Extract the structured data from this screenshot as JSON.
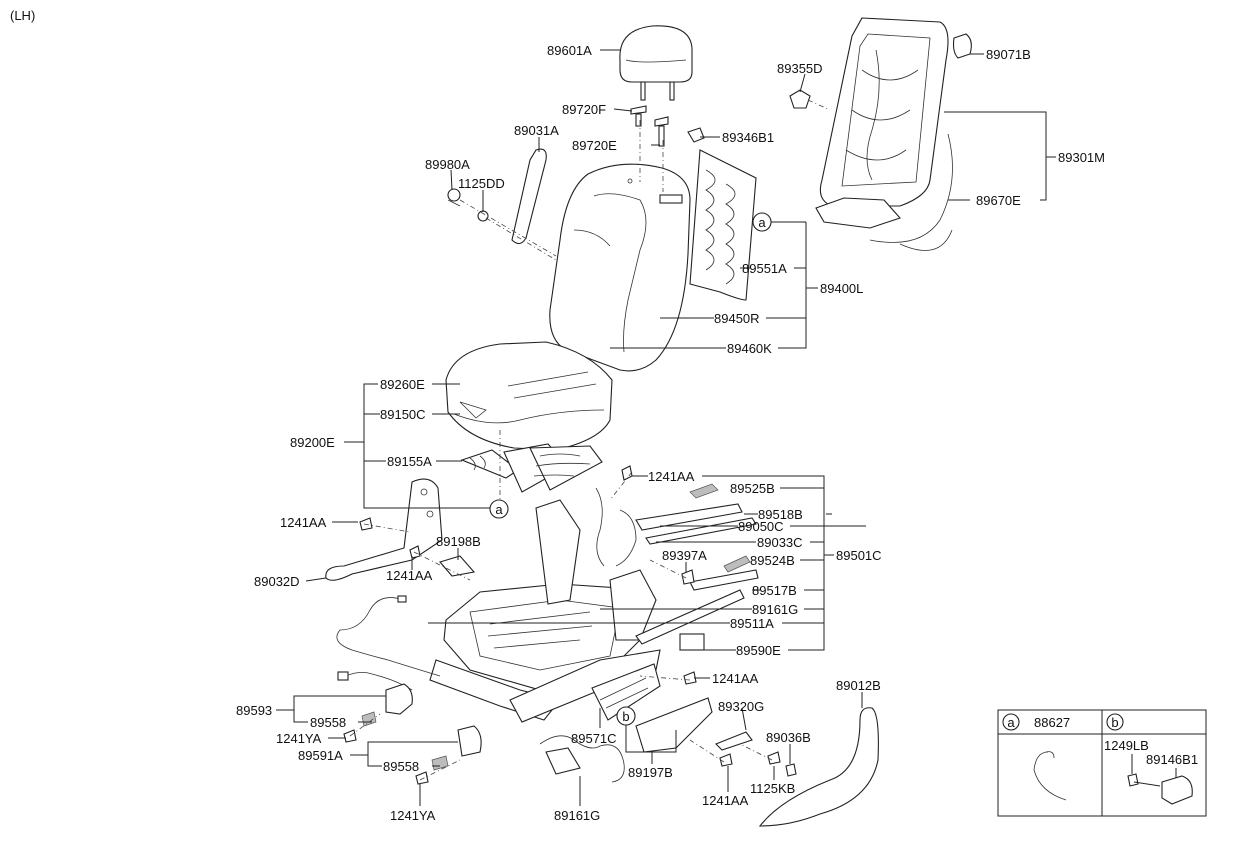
{
  "view_label": "(LH)",
  "parts": [
    "89601A",
    "89720F",
    "89720E",
    "89346B1",
    "89031A",
    "89980A",
    "1125DD",
    "89355D",
    "89071B",
    "89301M",
    "89670E",
    "89551A",
    "89400L",
    "89450R",
    "89460K",
    "89260E",
    "89150C",
    "89200E",
    "89155A",
    "1241AA",
    "89525B",
    "89518B",
    "89050C",
    "89033C",
    "89501C",
    "89524B",
    "89397A",
    "89517B",
    "89161G",
    "89511A",
    "89590E",
    "89032D",
    "89198B",
    "89593",
    "89558",
    "1241YA",
    "89591A",
    "89571C",
    "89320G",
    "89036B",
    "89197B",
    "1125KB",
    "89012B",
    "88627",
    "1249LB",
    "89146B1"
  ],
  "markers": {
    "a": "a",
    "b": "b"
  },
  "legend": {
    "a_circle": "a",
    "a_part": "88627",
    "b_circle": "b",
    "b_parts": [
      "1249LB",
      "89146B1"
    ]
  }
}
